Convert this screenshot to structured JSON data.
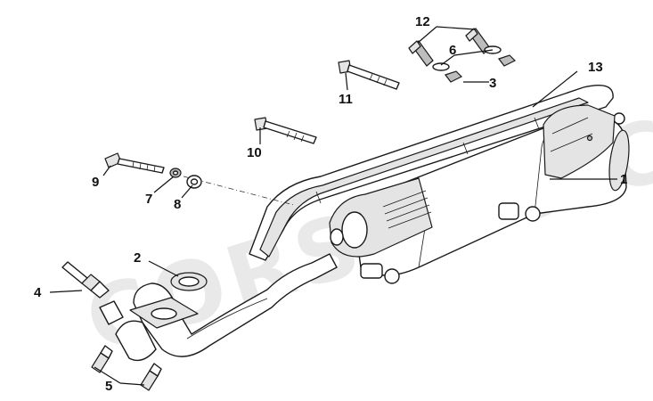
{
  "watermark": {
    "text": "CORSARO CA",
    "color": "#bfbfbf"
  },
  "callouts": {
    "c1": "1",
    "c2": "2",
    "c3": "3",
    "c4": "4",
    "c5": "5",
    "c6": "6",
    "c7": "7",
    "c8": "8",
    "c9": "9",
    "c10": "10",
    "c11": "11",
    "c12": "12",
    "c13": "13"
  },
  "parts": {
    "muffler": "muffler-body",
    "gasket": "exhaust-gasket",
    "sensor": "oxygen-sensor",
    "studs": "stud-bolts",
    "guard": "heat-shield-guard"
  }
}
